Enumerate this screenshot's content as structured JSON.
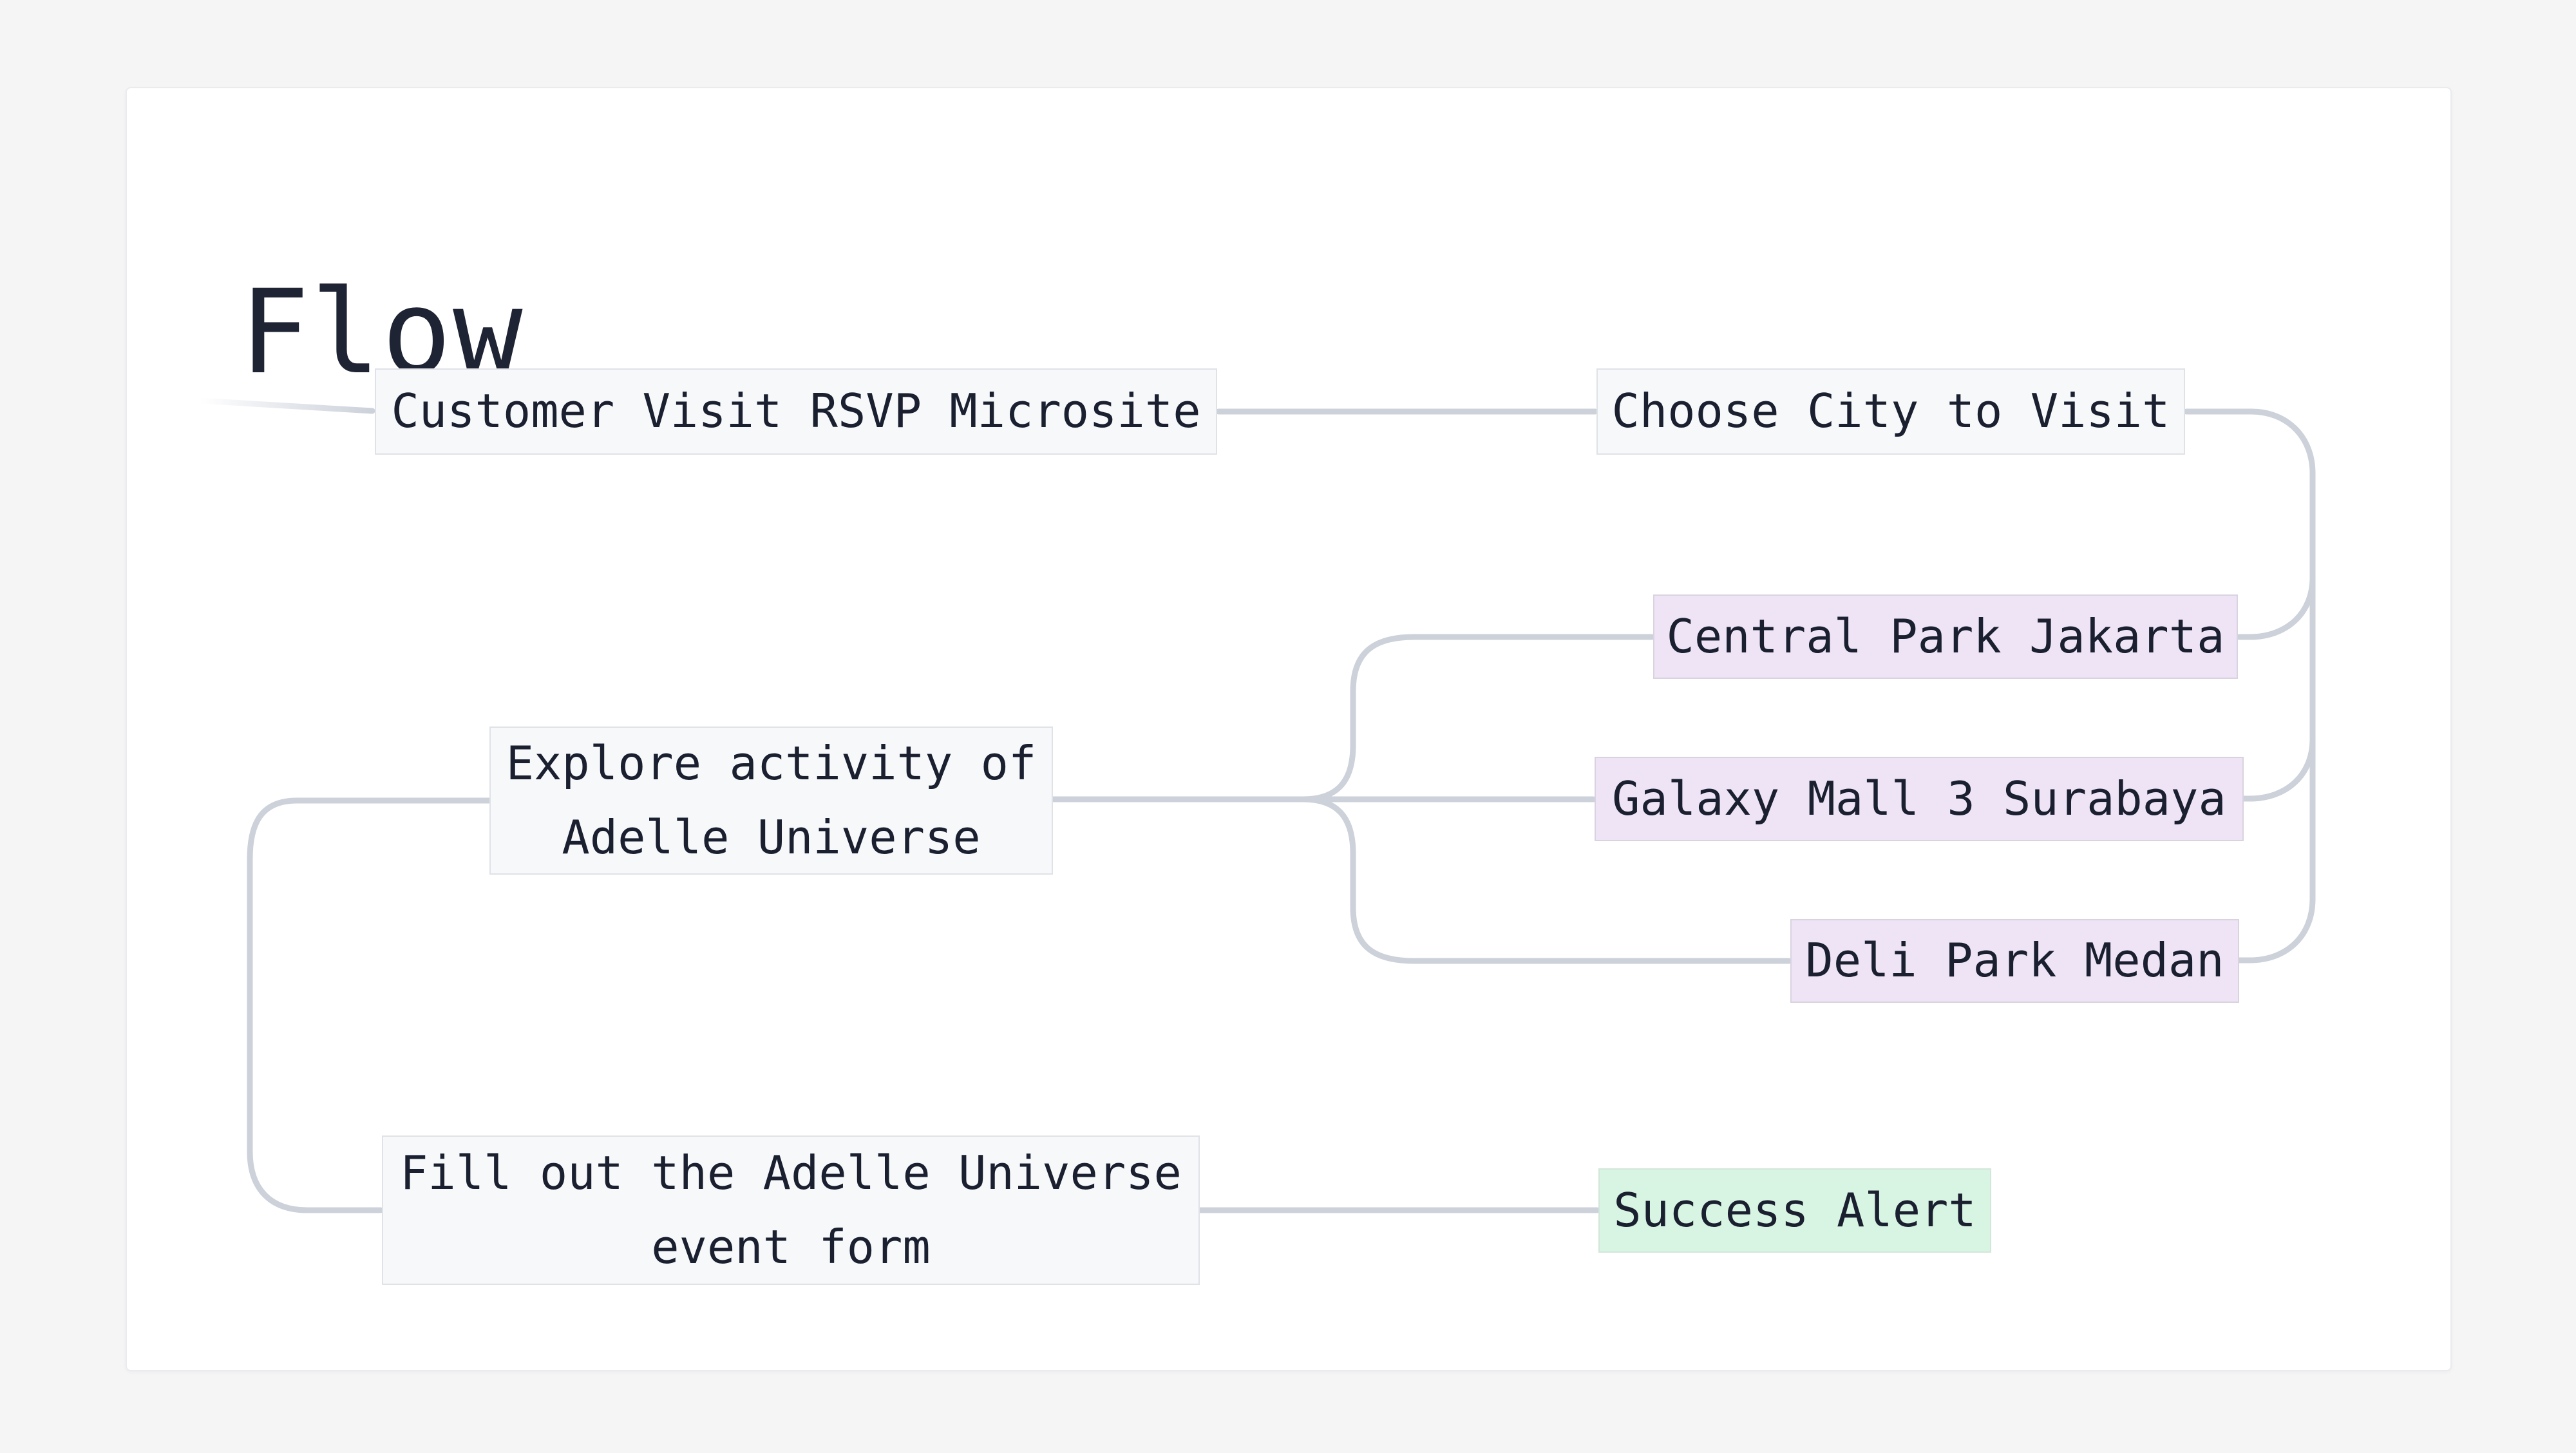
{
  "title": "Flow",
  "colors": {
    "page_background": "#f5f5f6",
    "card_background": "#ffffff",
    "card_border": "#e9ebef",
    "edge": "#ccd1da",
    "text": "#1a2030",
    "node_default_background": "#f7f8fa",
    "node_default_border": "#dfe2e7",
    "node_city_background": "#eee4f6",
    "node_city_border": "#d9d3e0",
    "node_success_background": "#d8f4e3",
    "node_success_border": "#d3e6da"
  },
  "nodes": [
    {
      "id": "customer-visit",
      "label": "Customer Visit RSVP Microsite",
      "type": "default"
    },
    {
      "id": "choose-city",
      "label": "Choose City to Visit",
      "type": "default"
    },
    {
      "id": "central-park-jakarta",
      "label": "Central Park Jakarta",
      "type": "city"
    },
    {
      "id": "galaxy-mall-3-surabaya",
      "label": "Galaxy Mall 3 Surabaya",
      "type": "city"
    },
    {
      "id": "deli-park-medan",
      "label": "Deli Park Medan",
      "type": "city"
    },
    {
      "id": "explore-activity",
      "label": "Explore activity of Adelle Universe",
      "type": "default"
    },
    {
      "id": "fill-out-form",
      "label": "Fill out the Adelle Universe event form",
      "type": "default"
    },
    {
      "id": "success-alert",
      "label": "Success Alert",
      "type": "success"
    }
  ],
  "connections": [
    {
      "from": "customer-visit",
      "to": "choose-city"
    },
    {
      "from": "choose-city",
      "to": "central-park-jakarta"
    },
    {
      "from": "choose-city",
      "to": "galaxy-mall-3-surabaya"
    },
    {
      "from": "choose-city",
      "to": "deli-park-medan"
    },
    {
      "from": "explore-activity",
      "to": "central-park-jakarta"
    },
    {
      "from": "explore-activity",
      "to": "galaxy-mall-3-surabaya"
    },
    {
      "from": "explore-activity",
      "to": "deli-park-medan"
    },
    {
      "from": "explore-activity",
      "to": "fill-out-form"
    },
    {
      "from": "fill-out-form",
      "to": "success-alert"
    }
  ]
}
